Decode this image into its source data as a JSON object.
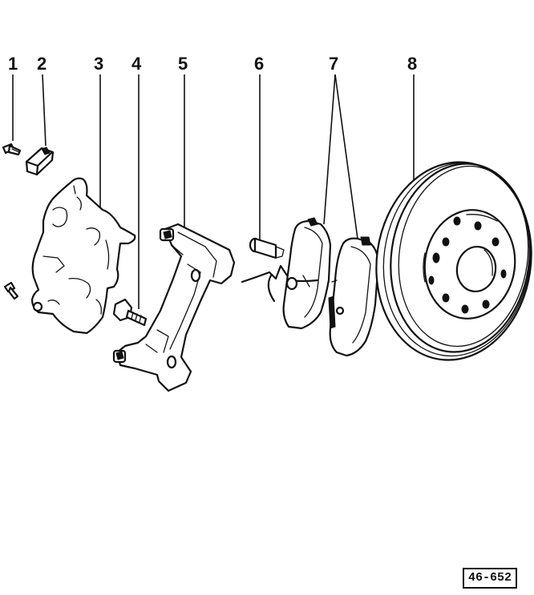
{
  "callouts": [
    {
      "label": "1",
      "part": "bolt"
    },
    {
      "label": "2",
      "part": "cap"
    },
    {
      "label": "3",
      "part": "caliper-housing"
    },
    {
      "label": "4",
      "part": "bolt"
    },
    {
      "label": "5",
      "part": "caliper-carrier"
    },
    {
      "label": "6",
      "part": "guide-pin"
    },
    {
      "label": "7",
      "part": "brake-pads"
    },
    {
      "label": "8",
      "part": "brake-disc"
    }
  ],
  "reference_code": "46-652"
}
